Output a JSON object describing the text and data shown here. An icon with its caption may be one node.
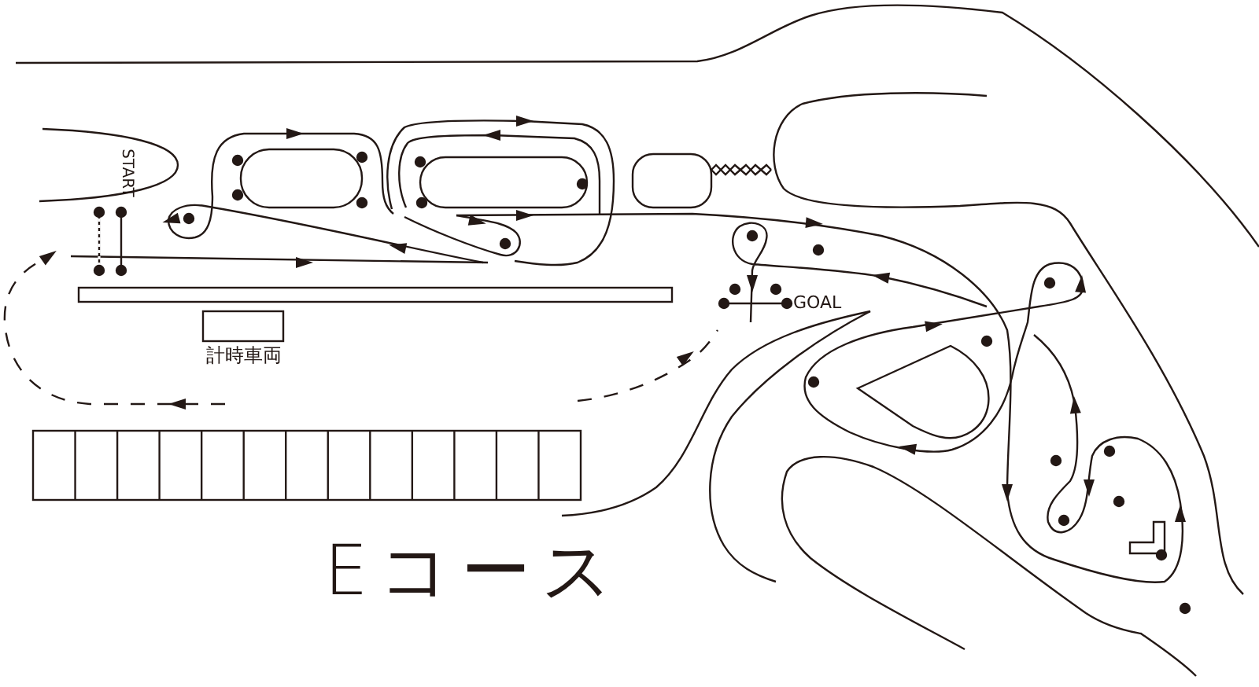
{
  "diagram": {
    "title": "Eコース",
    "labels": [
      "START",
      "GOAL",
      "計時車両"
    ]
  }
}
